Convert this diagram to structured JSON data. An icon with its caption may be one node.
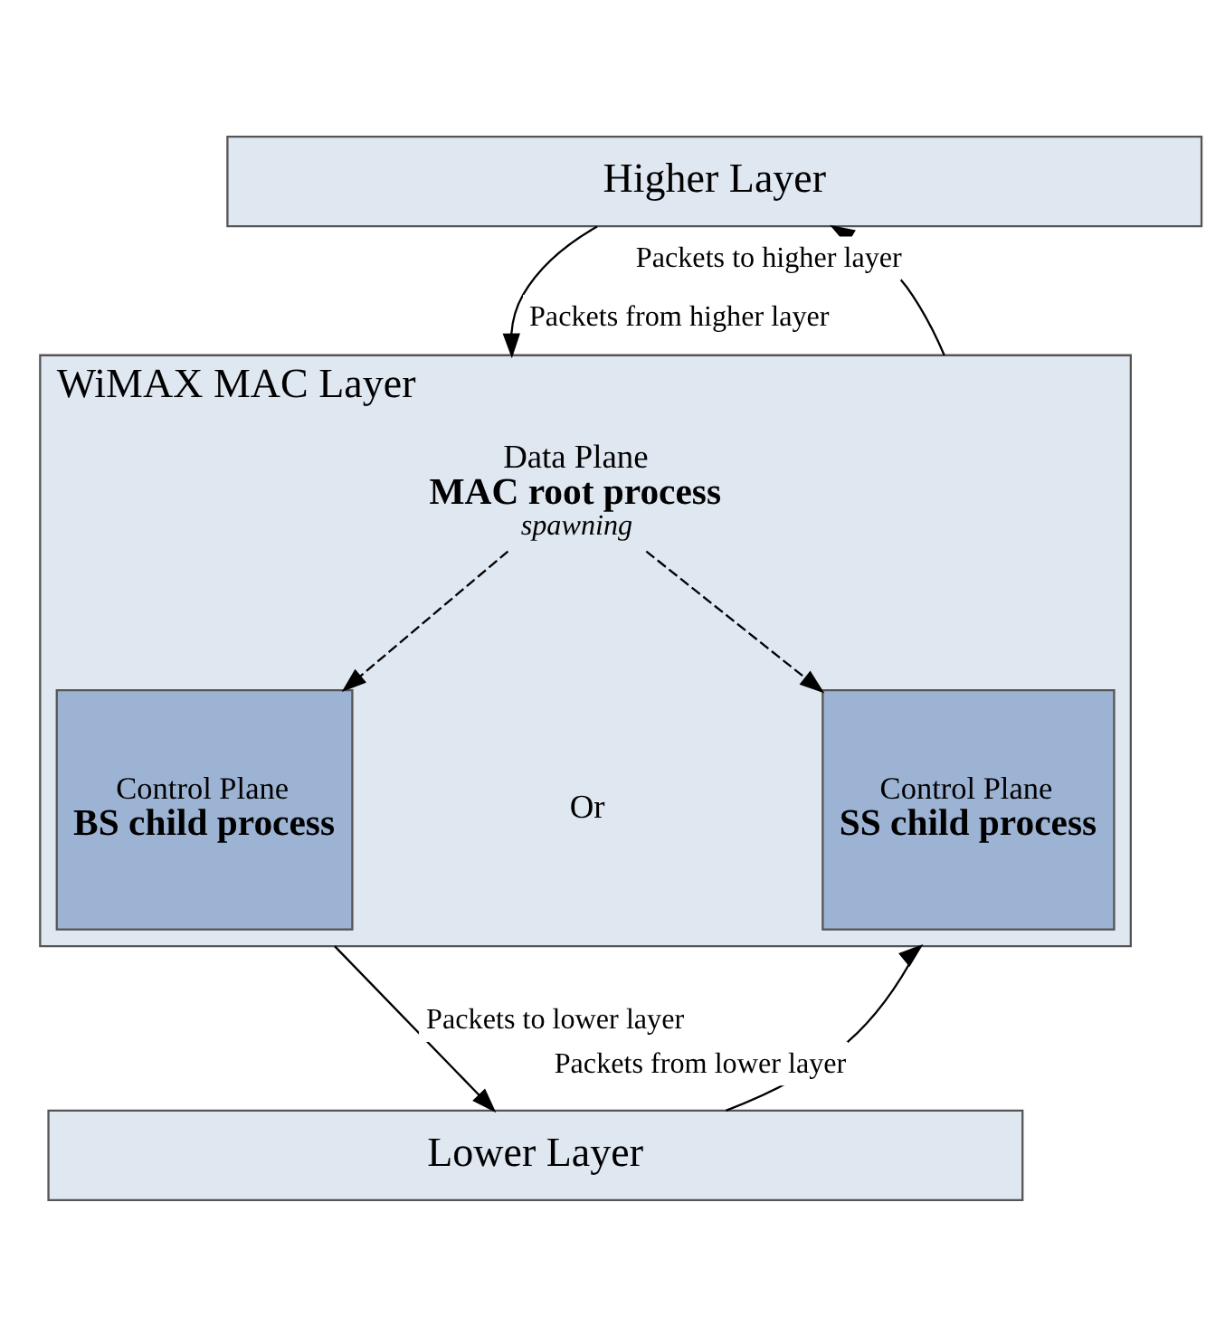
{
  "diagram": {
    "nodes": [
      {
        "text": [
          "Higher Layer"
        ]
      },
      {
        "text": [
          "WiMAX MAC Layer"
        ]
      },
      {
        "text": [
          "Data Plane",
          "MAC root process",
          "spawning"
        ],
        "in": 1
      },
      {
        "text": [
          "Control Plane",
          "BS child process"
        ],
        "in": 1
      },
      {
        "text": [
          "Control Plane",
          "SS child process"
        ],
        "in": 1
      },
      {
        "text": [
          "Lower Layer"
        ]
      }
    ],
    "edges": [
      {
        "from": 0,
        "to": 1,
        "arrow": "to",
        "label": "Packets from higher layer"
      },
      {
        "from": 1,
        "to": 0,
        "arrow": "to",
        "label": "Packets to higher layer"
      },
      {
        "from": 2,
        "to": 3,
        "arrow": "to",
        "style": "dashed"
      },
      {
        "from": 2,
        "to": 4,
        "arrow": "to",
        "style": "dashed"
      },
      {
        "from": 1,
        "to": 5,
        "arrow": "to",
        "label": "Packets to lower layer"
      },
      {
        "from": 5,
        "to": 1,
        "arrow": "to",
        "label": "Packets from lower layer"
      }
    ],
    "labels": [
      "Or"
    ]
  }
}
